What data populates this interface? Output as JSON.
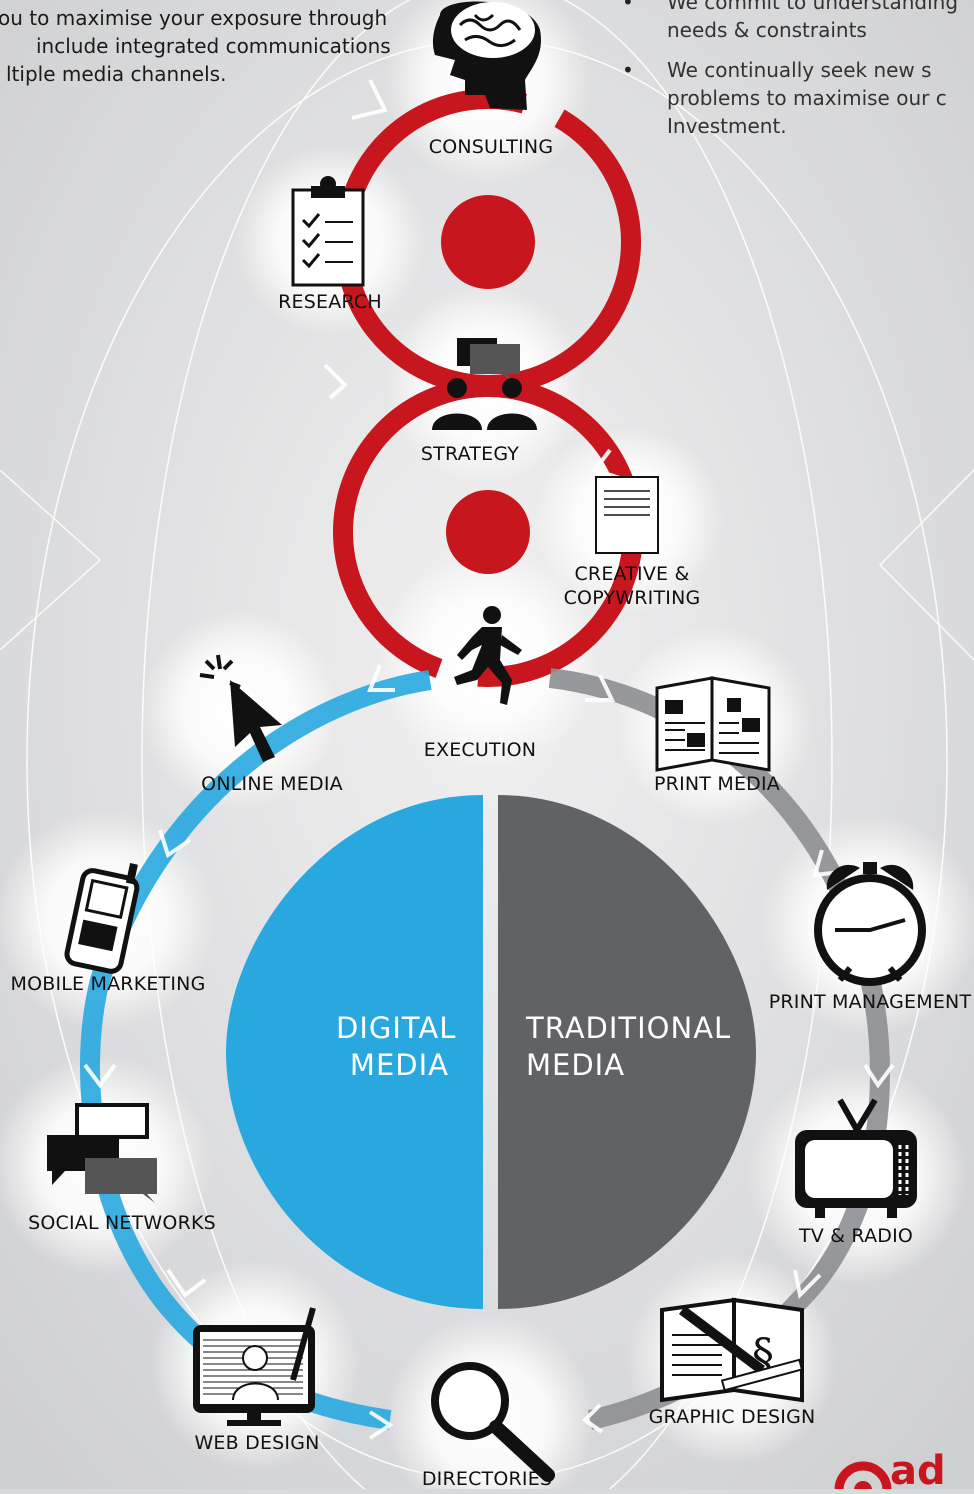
{
  "intro_text": [
    "ou to maximise your exposure through",
    "include integrated communications",
    "ltiple media channels."
  ],
  "bullets": [
    [
      "We commit to understanding",
      "needs & constraints"
    ],
    [
      "We continually seek new s",
      "problems to maximise our c",
      "Investment."
    ]
  ],
  "labels": {
    "consulting": "CONSULTING",
    "research": "RESEARCH",
    "strategy": "STRATEGY",
    "creative_1": "CREATIVE &",
    "creative_2": "COPYWRITING",
    "execution": "EXECUTION",
    "online_media": "ONLINE MEDIA",
    "print_media": "PRINT MEDIA",
    "mobile_marketing": "MOBILE MARKETING",
    "print_management": "PRINT MANAGEMENT",
    "social_networks": "SOCIAL NETWORKS",
    "tv_radio": "TV & RADIO",
    "web_design": "WEB DESIGN",
    "graphic_design": "GRAPHIC DESIGN",
    "directories": "DIRECTORIES"
  },
  "center": {
    "digital_1": "DIGITAL",
    "digital_2": "MEDIA",
    "traditional_1": "TRADITIONAL",
    "traditional_2": "MEDIA"
  },
  "logo_text": "ad",
  "colors": {
    "digital": "#29a8e0",
    "traditional": "#616265",
    "accent_red": "#c8161f",
    "background": "#d9dadc"
  }
}
